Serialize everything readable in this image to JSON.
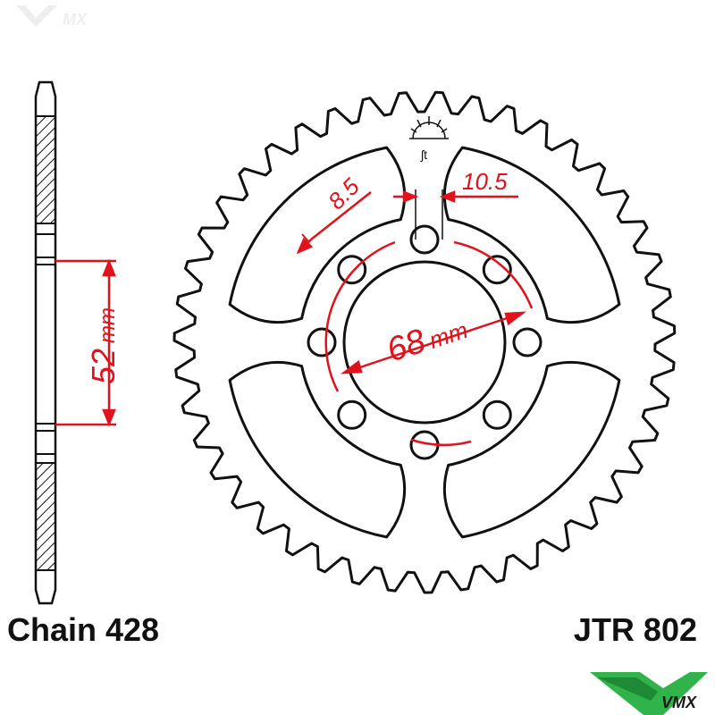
{
  "diagram": {
    "part_number": "JTR 802",
    "chain_size": "Chain 428",
    "dimensions": {
      "offset_label": "52",
      "offset_unit": "mm",
      "pcd_label": "68",
      "pcd_unit": "mm",
      "bolt_hole_label": "8.5",
      "center_bore_label": "10.5"
    },
    "sprocket": {
      "teeth": 43,
      "bolt_holes": 8,
      "cutouts": 4
    },
    "logo": {
      "text": "VMX"
    },
    "colors": {
      "outline": "#111111",
      "dimension": "#e0121b",
      "logo_green": "#2fb34a",
      "watermark": "#d8d8d8"
    }
  }
}
